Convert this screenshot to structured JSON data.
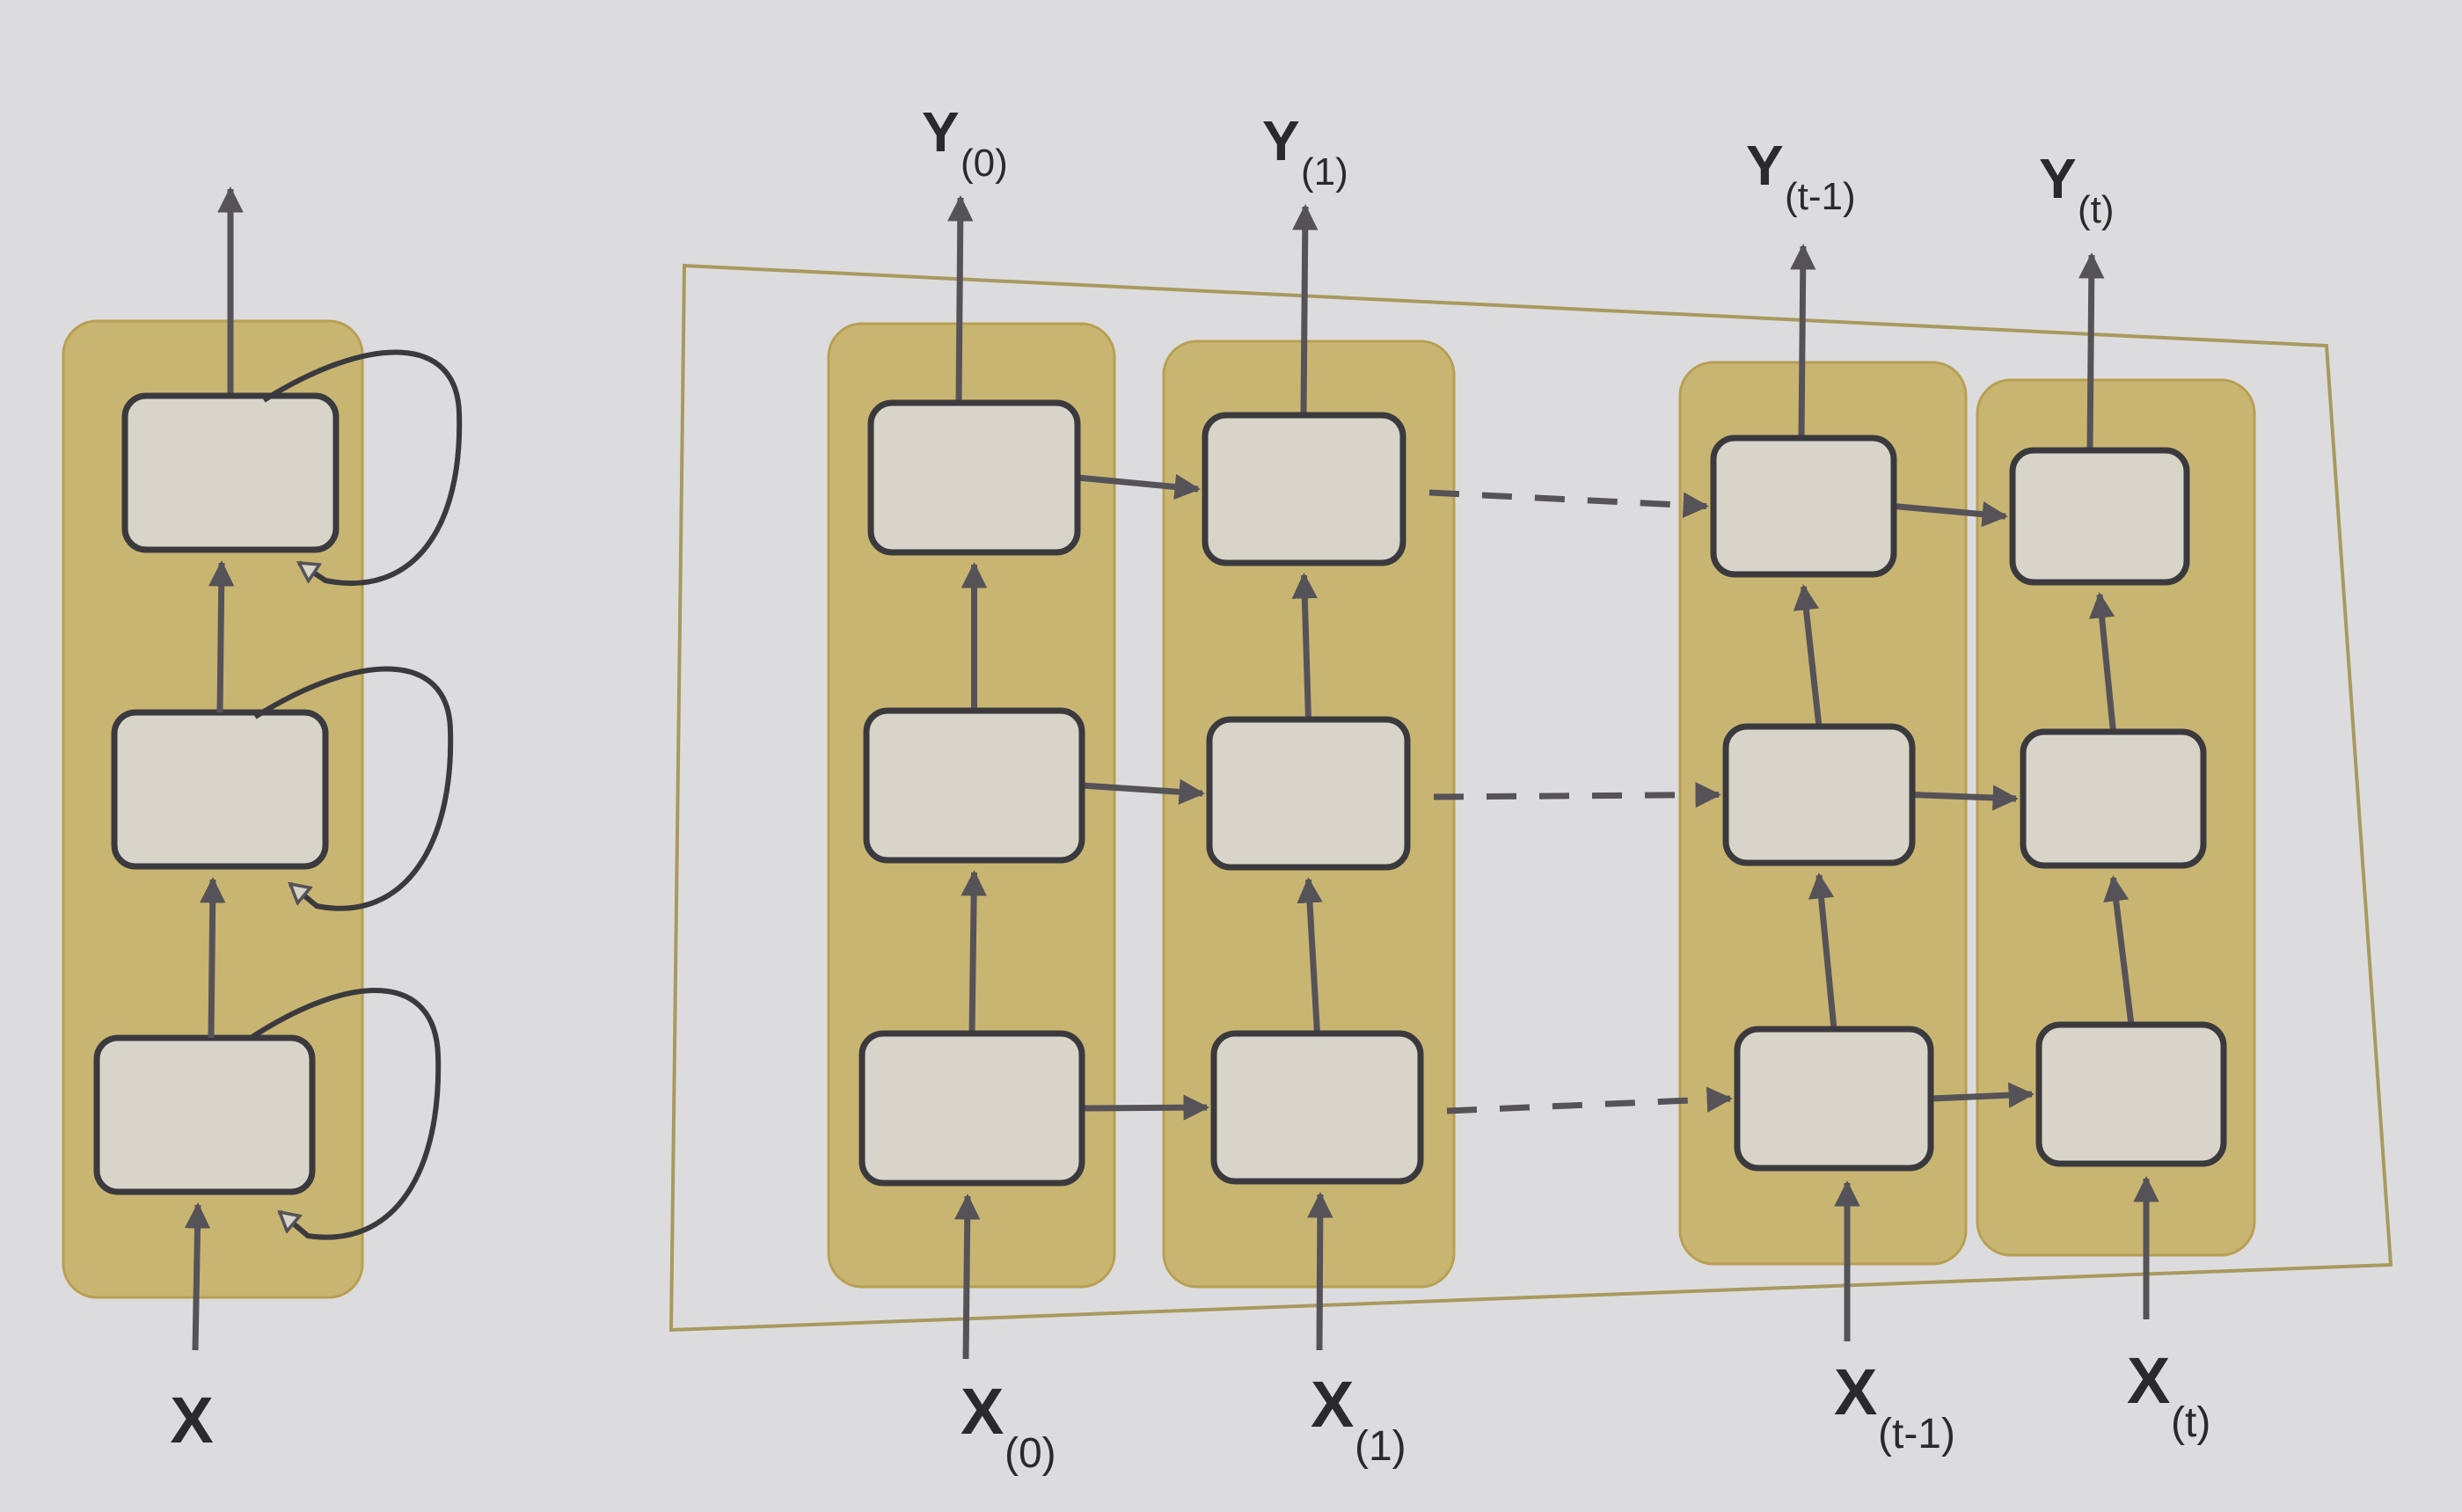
{
  "colors": {
    "background": "#dcdcde",
    "column_fill": "#c9b572",
    "column_stroke": "#b89f52",
    "cell_fill": "#d8d4c9",
    "cell_stroke": "#3a3a3e",
    "arrow": "#555358",
    "frame": "#a89a5e",
    "text": "#2a2a2e"
  },
  "folded": {
    "input_label": "X"
  },
  "unrolled": {
    "timesteps": [
      {
        "output_main": "Y",
        "output_sub": "(0)",
        "input_main": "X",
        "input_sub": "(0)"
      },
      {
        "output_main": "Y",
        "output_sub": "(1)",
        "input_main": "X",
        "input_sub": "(1)"
      },
      {
        "output_main": "Y",
        "output_sub": "(t-1)",
        "input_main": "X",
        "input_sub": "(t-1)"
      },
      {
        "output_main": "Y",
        "output_sub": "(t)",
        "input_main": "X",
        "input_sub": "(t)"
      }
    ]
  }
}
